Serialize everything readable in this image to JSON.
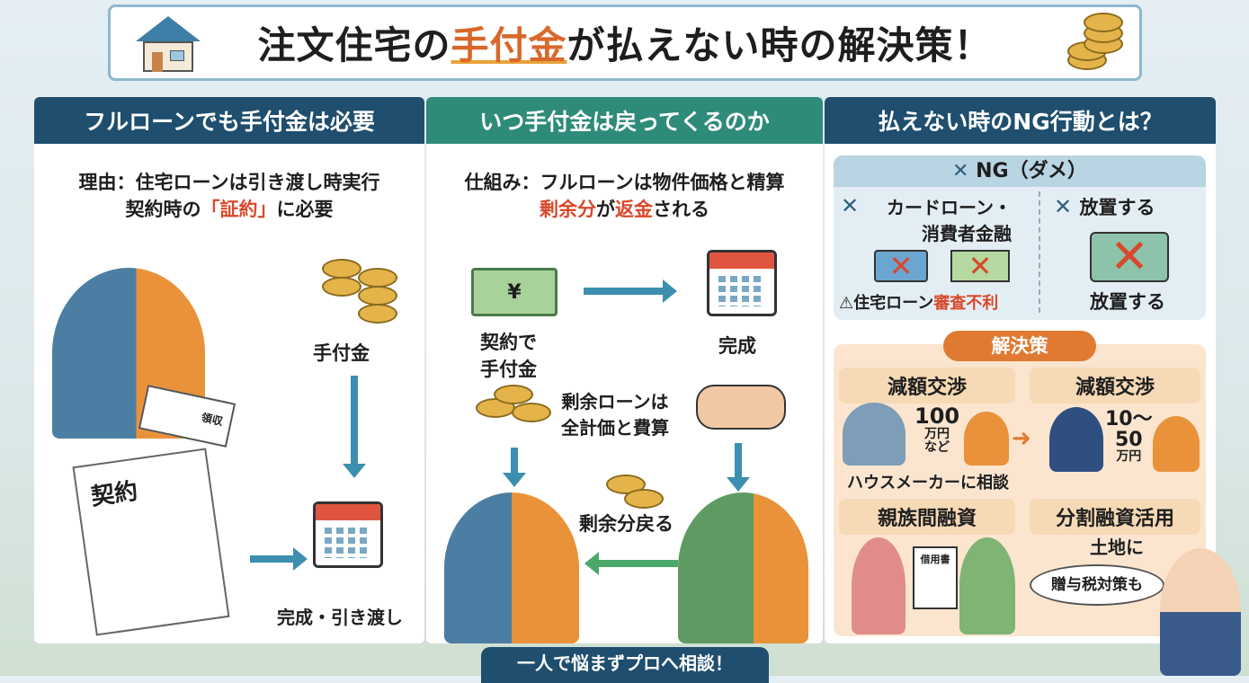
{
  "title": {
    "before": "注文住宅の",
    "highlight": "手付金",
    "after": "が払えない時の解決策！"
  },
  "colors": {
    "navy": "#1f4e6e",
    "teal": "#2e8b7a",
    "accent": "#d9672a",
    "red": "#d9482a"
  },
  "left": {
    "header": "フルローンでも手付金は必要",
    "reason_line1": "理由：住宅ローンは引き渡し時実行",
    "reason_line2_before": "契約時の",
    "reason_line2_highlight": "「証約」",
    "reason_line2_after": "に必要",
    "coins_label": "手付金",
    "contract_label": "契約",
    "handover_label": "完成・引き渡し",
    "receipt_label": "領収"
  },
  "middle": {
    "header": "いつ手付金は戻ってくるのか",
    "line1": "仕組み：フルローンは物件価格と精算",
    "line2_highlight": "剰余分",
    "line2_mid": "が",
    "line2_highlight2": "返金",
    "line2_after": "される",
    "contract_label": "契約で\n手付金",
    "complete_label": "完成",
    "loan_note": "剰余ローンは\n全計価と費算",
    "refund_label": "剰余分戻る",
    "yen": "¥"
  },
  "right": {
    "header": "払えない時のNG行動とは？",
    "ng_title": "NG（ダメ）",
    "ng1_title": "カードローン・\n消費者金融",
    "ng1_warning_before": "住宅ローン",
    "ng1_warning_highlight": "審査不利",
    "ng2_title": "放置する",
    "ng2_caption": "放置する",
    "solutions_title": "解決策",
    "sol1": "減額交渉",
    "sol1_amount": "100",
    "sol1_unit": "万円\nなど",
    "sol1_caption": "ハウスメーカーに相談",
    "sol2": "減額交渉",
    "sol2_amount": "10〜\n50",
    "sol2_unit": "万円",
    "sol3": "親族間融資",
    "sol3_doc": "借用書",
    "sol4": "分割融資活用",
    "sol4_note": "土地に",
    "speech": "贈与税対策も"
  },
  "footer": "一人で悩まずプロへ相談！"
}
